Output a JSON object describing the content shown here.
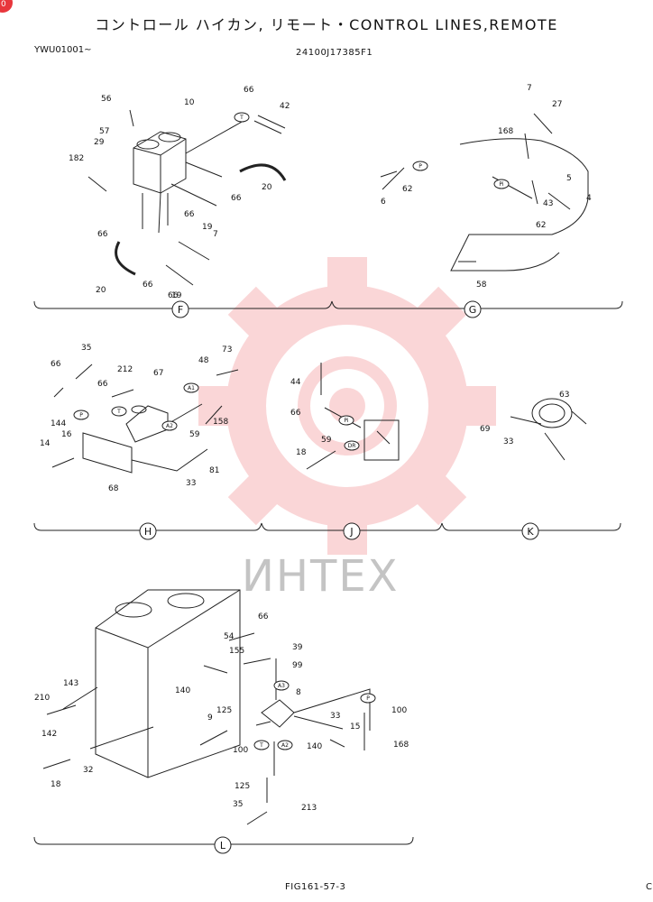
{
  "header": {
    "title": "コントロール ハイカン, リモート・CONTROL LINES,REMOTE",
    "model_range": "YWU01001~",
    "doc_number": "24100J17385F1"
  },
  "footer": {
    "figure_ref": "FIG161-57-3",
    "edge_mark": "C"
  },
  "corner_badge": "0",
  "watermark": {
    "text": "ИНТЕХ",
    "color": "#f28b8f"
  },
  "sections": [
    {
      "id": "F",
      "labels": [
        "56",
        "10",
        "66",
        "42",
        "57",
        "29",
        "182",
        "20",
        "66",
        "66",
        "66",
        "7",
        "19",
        "66",
        "20",
        "66",
        "19"
      ]
    },
    {
      "id": "G",
      "labels": [
        "7",
        "27",
        "168",
        "5",
        "62",
        "43",
        "4",
        "6",
        "62",
        "58"
      ]
    },
    {
      "id": "H",
      "labels": [
        "35",
        "73",
        "66",
        "212",
        "67",
        "48",
        "66",
        "144",
        "158",
        "59",
        "14",
        "16",
        "68",
        "33",
        "81"
      ]
    },
    {
      "id": "J",
      "labels": [
        "44",
        "66",
        "18",
        "59"
      ]
    },
    {
      "id": "K",
      "labels": [
        "63",
        "69",
        "33"
      ]
    },
    {
      "id": "L",
      "labels": [
        "66",
        "54",
        "39",
        "155",
        "99",
        "143",
        "8",
        "210",
        "140",
        "100",
        "33",
        "15",
        "142",
        "125",
        "9",
        "100",
        "140",
        "168",
        "32",
        "18",
        "125",
        "35",
        "213"
      ]
    }
  ],
  "port_marks": [
    "T",
    "P",
    "Pi",
    "A1",
    "P",
    "T",
    "A2",
    "Pi",
    "DR",
    "A3",
    "P",
    "T",
    "A2"
  ]
}
